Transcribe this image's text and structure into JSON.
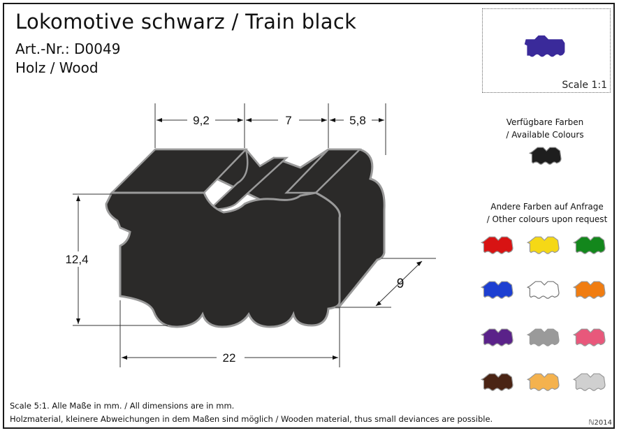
{
  "header": {
    "title": "Lokomotive schwarz / Train black",
    "article_number": "Art.-Nr.: D0049",
    "material": "Holz / Wood"
  },
  "preview": {
    "scale_label": "Scale 1:1",
    "color": "#3a2a9a"
  },
  "drawing": {
    "dimensions": {
      "top_a": "9,2",
      "top_b": "7",
      "top_c": "5,8",
      "height": "12,4",
      "width": "22",
      "depth": "9"
    },
    "body_color": "#2b2a29",
    "edge_color": "#9a9a9a"
  },
  "colours": {
    "available_heading_de": "Verfügbare Farben",
    "available_heading_en": "/ Available Colours",
    "available": [
      {
        "name": "black",
        "color": "#1e1e1e"
      }
    ],
    "other_heading_de": "Andere Farben auf Anfrage",
    "other_heading_en": "/ Other colours upon request",
    "other": [
      {
        "name": "red",
        "color": "#d81313"
      },
      {
        "name": "yellow",
        "color": "#f5d816"
      },
      {
        "name": "green",
        "color": "#13871c"
      },
      {
        "name": "blue",
        "color": "#1d3fd1"
      },
      {
        "name": "white",
        "color": "#ffffff"
      },
      {
        "name": "orange",
        "color": "#f07d12"
      },
      {
        "name": "purple",
        "color": "#5a2289"
      },
      {
        "name": "grey",
        "color": "#9a9a9a"
      },
      {
        "name": "pink",
        "color": "#e8587b"
      },
      {
        "name": "brown",
        "color": "#4a2414"
      },
      {
        "name": "natural wood",
        "color": "#f4b24e"
      },
      {
        "name": "silver",
        "color": "#d0d0d0"
      }
    ]
  },
  "footer": {
    "line1": "Scale 5:1. Alle Maße in mm. / All dimensions are in mm.",
    "line2": "Holzmaterial, kleinere Abweichungen in dem Maßen sind möglich / Wooden material, thus small deviances are possible.",
    "code": "ℕ2014"
  }
}
